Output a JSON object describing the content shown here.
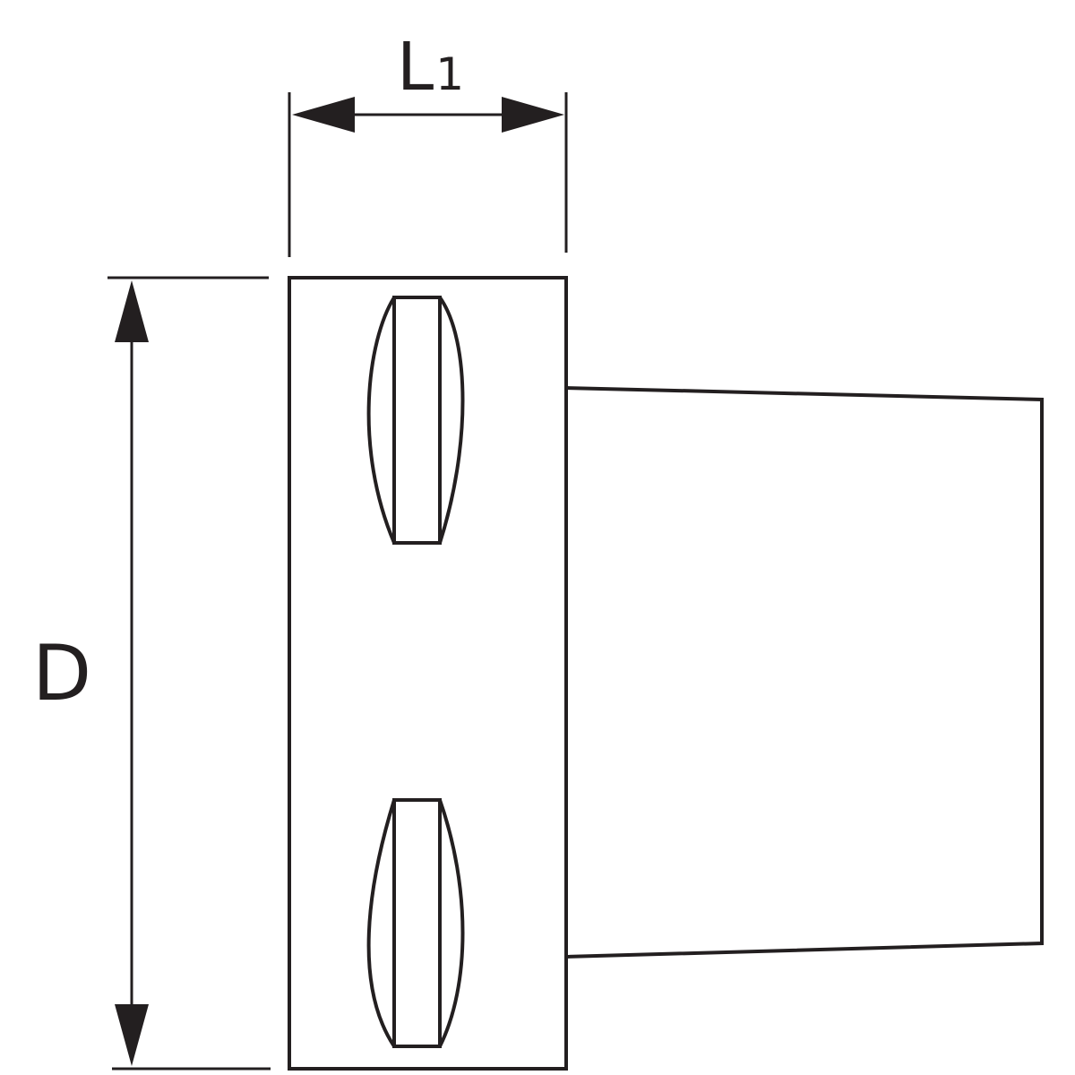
{
  "diagram": {
    "labels": {
      "length_main": "L",
      "length_subscript": "1",
      "diameter": "D"
    },
    "colors": {
      "line": "#231f20",
      "background": "#ffffff"
    }
  }
}
